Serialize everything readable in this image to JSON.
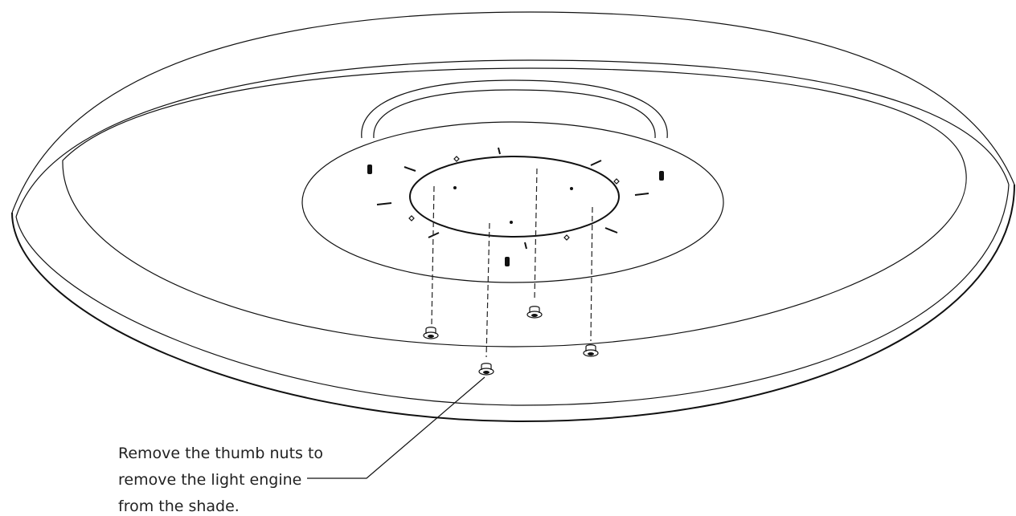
{
  "callout": {
    "line1": "Remove the thumb nuts to",
    "line2": "remove the light engine",
    "line3": "from the shade."
  }
}
